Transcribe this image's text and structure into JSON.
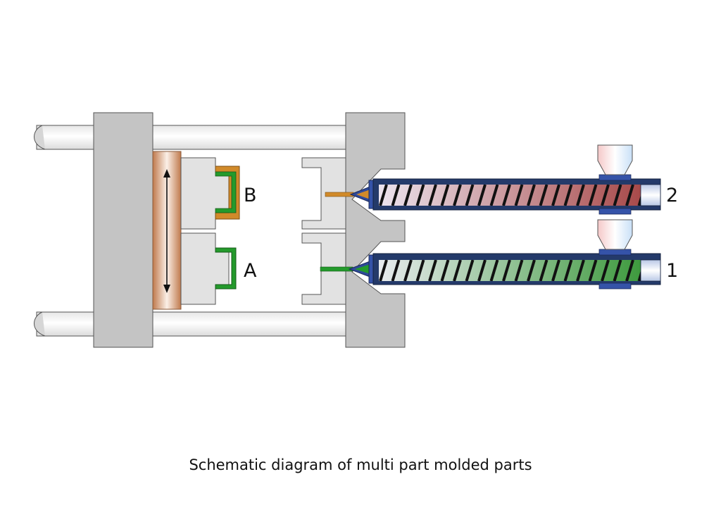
{
  "caption": "Schematic diagram of multi part molded parts",
  "labels": {
    "part_b": "B",
    "part_a": "A",
    "unit_2": "2",
    "unit_1": "1"
  },
  "colors": {
    "platen": "#c4c4c4",
    "mold_block": "#e2e2e2",
    "rotary_plate": "#c8835a",
    "part_b": "#d18a2a",
    "part_a": "#249a2c",
    "barrel": "#243a6a",
    "barrel_trim": "#3553a8",
    "screw_b": "#b05a5a",
    "screw_a": "#4f9e4f"
  }
}
